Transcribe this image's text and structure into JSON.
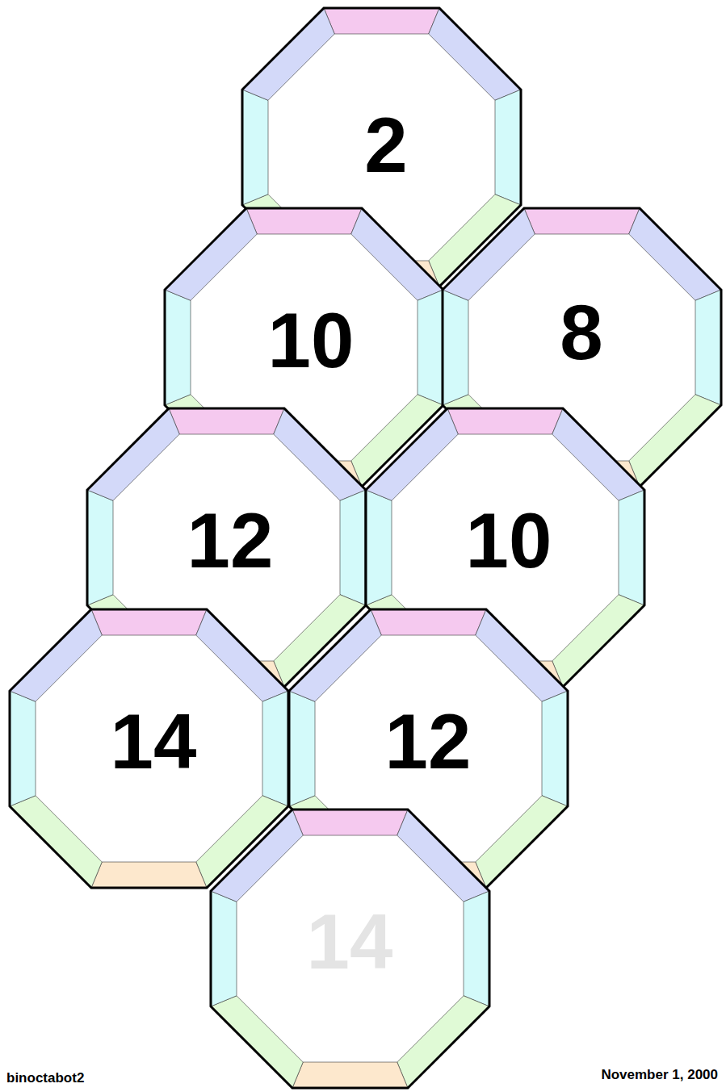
{
  "diagram": {
    "nodes": [
      {
        "text": [
          "2"
        ]
      },
      {
        "text": [
          "10"
        ]
      },
      {
        "text": [
          "8"
        ]
      },
      {
        "text": [
          "12"
        ]
      },
      {
        "text": [
          "10"
        ]
      },
      {
        "text": [
          "14"
        ]
      },
      {
        "text": [
          "12"
        ]
      },
      {
        "text": [
          "14"
        ]
      }
    ],
    "labels": [
      "binoctabot2",
      "November 1, 2000"
    ]
  }
}
